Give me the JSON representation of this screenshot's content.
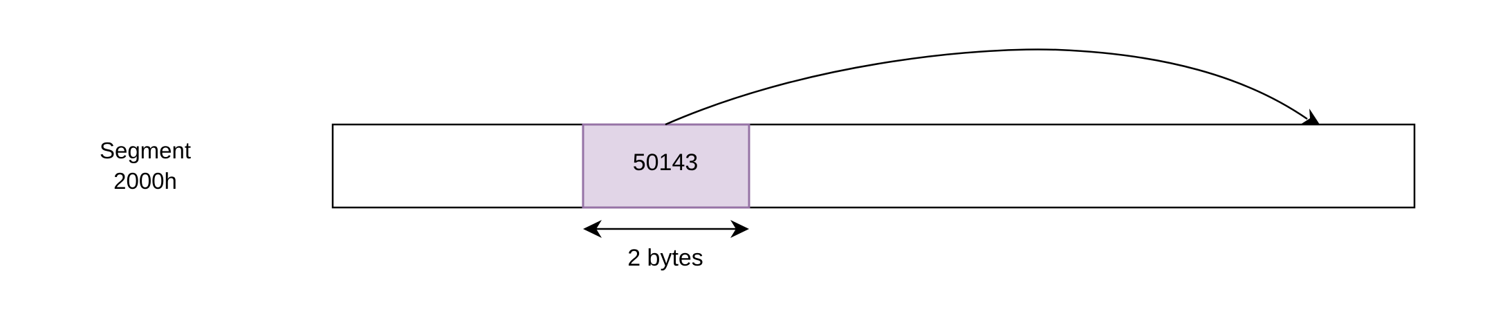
{
  "segment": {
    "line1": "Segment",
    "line2": "2000h"
  },
  "cell": {
    "value": "50143",
    "fill_color": "#e1d5e7",
    "border_color": "#9673a6"
  },
  "dimension": {
    "label": "2 bytes"
  },
  "colors": {
    "stroke": "#000000",
    "background": "#ffffff"
  }
}
